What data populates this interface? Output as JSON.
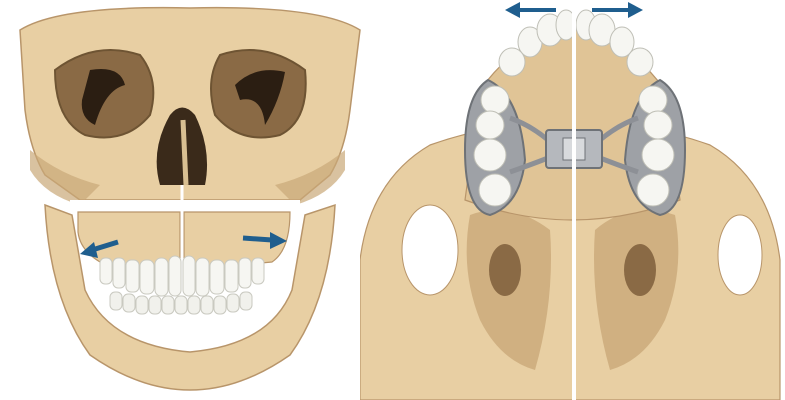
{
  "figure": {
    "panels": [
      {
        "id": "front",
        "subject": "skull-frontal-view",
        "arrows": [
          "left",
          "right"
        ]
      },
      {
        "id": "palate",
        "subject": "maxilla-occlusal-view-with-expander",
        "arrows": [
          "left",
          "right"
        ]
      }
    ],
    "colors": {
      "bone": "#e8cfa3",
      "bone_shadow": "#c9a878",
      "bone_dark": "#8a6a45",
      "cavity": "#6e5433",
      "tooth": "#f6f6f2",
      "tooth_edge": "#c9c9c0",
      "appliance": "#9ea1a6",
      "arrow": "#1f5e8e",
      "cut_line": "#ffffff"
    }
  }
}
